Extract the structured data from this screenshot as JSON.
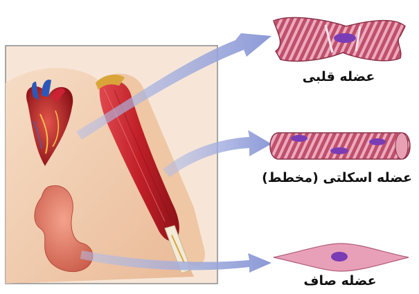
{
  "labels": {
    "cardiac": "عضله قلبی",
    "skeletal": "عضله اسکلتی (مخطط)",
    "smooth": "عضله صاف"
  },
  "colors": {
    "arrow": "#9aa6dc",
    "muscle_red": "#c8202a",
    "striation": "#e49ab3",
    "cell_base": "#b84a62",
    "nucleus": "#7a3cb4",
    "skin": "#f2c9a6",
    "heart": "#b8212a",
    "stomach": "#e07060"
  }
}
